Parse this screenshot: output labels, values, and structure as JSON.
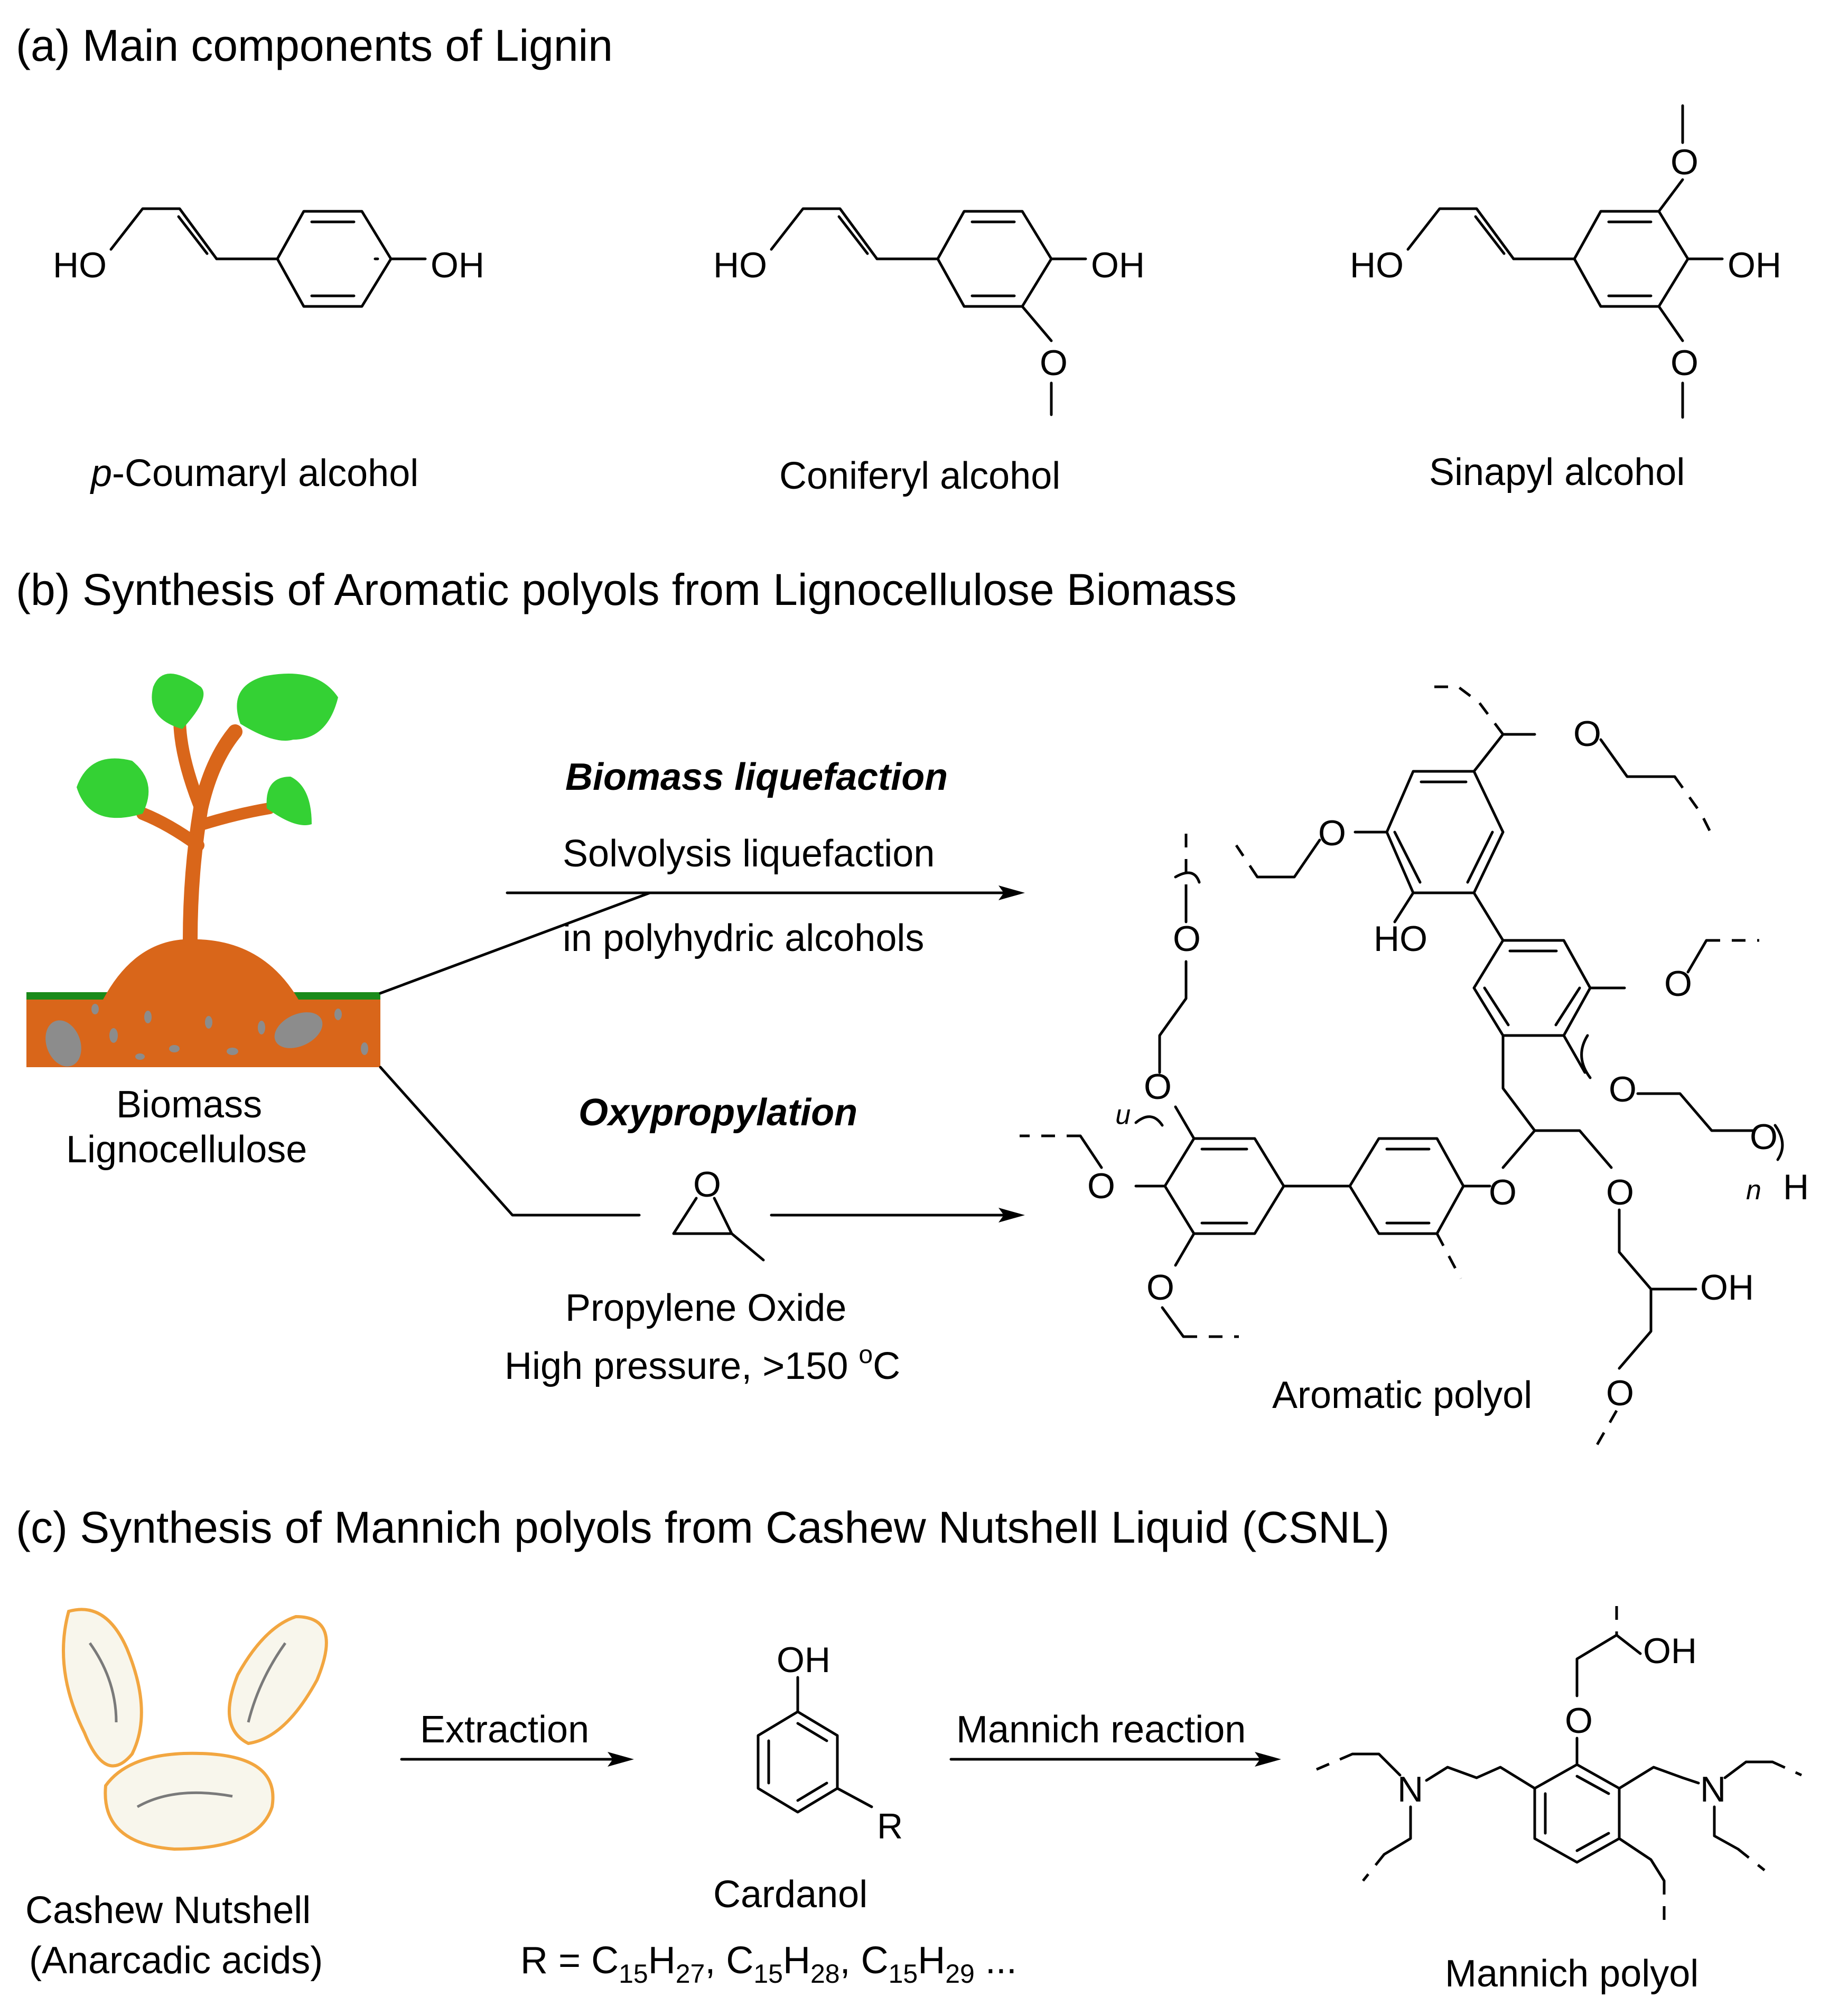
{
  "panels": {
    "a": {
      "heading": "(a) Main components of Lignin",
      "compounds": [
        {
          "prefix": "p",
          "name": "-Coumaryl alcohol"
        },
        {
          "name": "Coniferyl alcohol"
        },
        {
          "name": "Sinapyl alcohol"
        }
      ]
    },
    "b": {
      "heading": "(b) Synthesis of Aromatic polyols from Lignocellulose Biomass",
      "source": {
        "line1": "Biomass",
        "line2": "Lignocellulose"
      },
      "route1": {
        "title": "Biomass liquefaction",
        "cond1": "Solvolysis liquefaction",
        "cond2": "in polyhydric alcohols"
      },
      "route2": {
        "title": "Oxypropylation",
        "reagent": "Propylene Oxide",
        "cond_prefix": "High pressure, >150 ",
        "cond_sup": "o",
        "cond_suffix": "C"
      },
      "product": "Aromatic polyol"
    },
    "c": {
      "heading": "(c) Synthesis of Mannich polyols from Cashew Nutshell Liquid (CSNL)",
      "source": {
        "line1": "Cashew Nutshell",
        "line2": "(Anarcadic acids)"
      },
      "step1": "Extraction",
      "intermediate": {
        "name": "Cardanol",
        "r_prefix": "R = ",
        "r_values": [
          {
            "c": "C",
            "cs": "15",
            "h": "H",
            "hs": "27",
            "sep": ", "
          },
          {
            "c": "C",
            "cs": "15",
            "h": "H",
            "hs": "28",
            "sep": ", "
          },
          {
            "c": "C",
            "cs": "15",
            "h": "H",
            "hs": "29",
            "sep": " ..."
          }
        ]
      },
      "step2": "Mannich reaction",
      "product": "Mannich polyol"
    }
  },
  "atoms": {
    "oh": "OH",
    "ho": "HO",
    "o": "O",
    "n": "N",
    "h": "H",
    "r": "R",
    "sub_n": "n"
  },
  "colors": {
    "leaf": "#34d134",
    "stem": "#d9661a",
    "soil": "#d9661a",
    "grass": "#1a8a1a",
    "stone": "#8c8c8c",
    "shell": "#f2a640",
    "shell_fill": "#f8f6ec",
    "kernel_line": "#7a7a7a"
  }
}
